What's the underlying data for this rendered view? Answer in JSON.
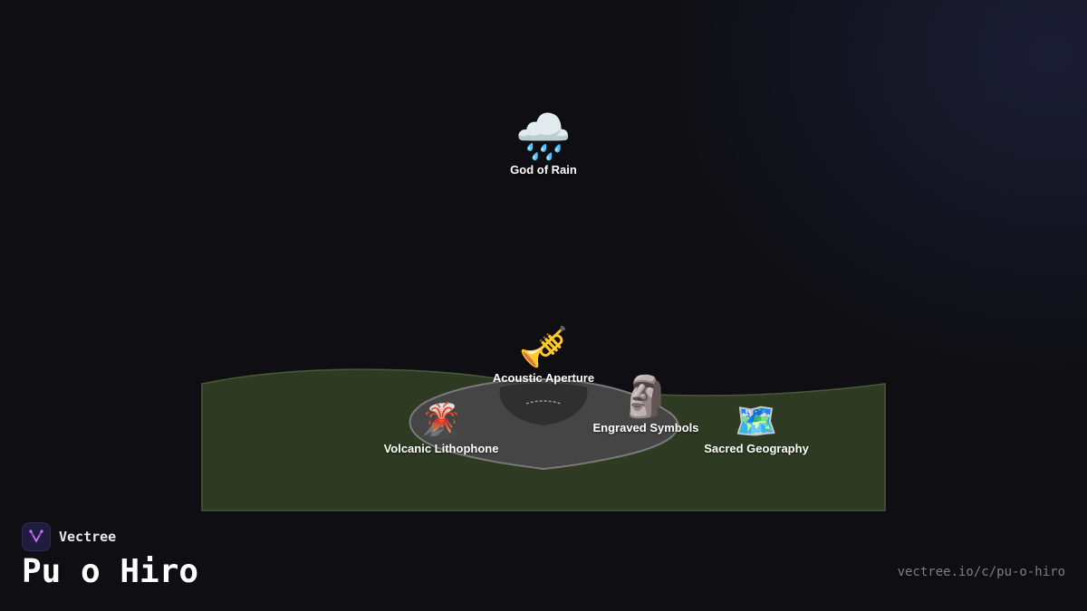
{
  "brand": {
    "name": "Vectree",
    "logo_icon": "vectree-logo-icon"
  },
  "title": "Pu o Hiro",
  "url": "vectree.io/c/pu-o-hiro",
  "colors": {
    "background": "#0f0f13",
    "ground": "#2e3a22",
    "ground_stroke": "#4a5a38",
    "stone": "#454545",
    "stone_stroke": "#7a7a7a",
    "aperture": "#2f2f2f",
    "logo_accent": "#a04ce0"
  },
  "nodes": [
    {
      "id": "god-of-rain",
      "label": "God of Rain",
      "emoji": "🌧️",
      "icon": "rain-cloud-icon"
    },
    {
      "id": "acoustic-aperture",
      "label": "Acoustic Aperture",
      "emoji": "🎺",
      "icon": "trumpet-icon"
    },
    {
      "id": "engraved-symbols",
      "label": "Engraved Symbols",
      "emoji": "🗿",
      "icon": "moai-icon"
    },
    {
      "id": "volcanic-lithophone",
      "label": "Volcanic Lithophone",
      "emoji": "🌋",
      "icon": "volcano-icon"
    },
    {
      "id": "sacred-geography",
      "label": "Sacred Geography",
      "emoji": "🗺️",
      "icon": "world-map-icon"
    }
  ]
}
